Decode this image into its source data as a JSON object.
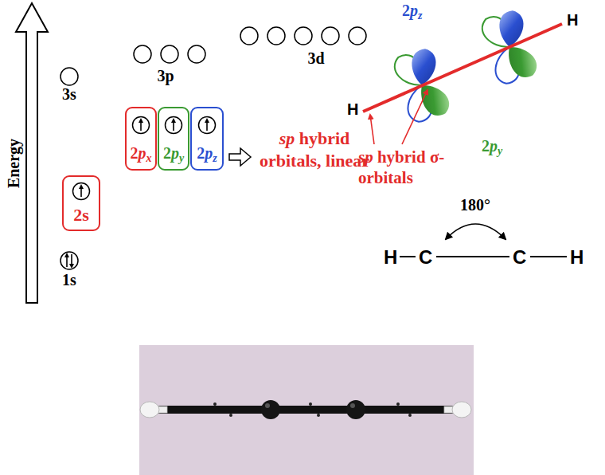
{
  "diagram": {
    "nodes": [
      {
        "text": [
          "2s"
        ]
      },
      {
        "text": [
          "2px"
        ]
      },
      {
        "text": [
          "2py"
        ]
      },
      {
        "text": [
          "2pz"
        ]
      }
    ],
    "labels": [
      "Energy",
      "3s",
      "1s",
      "3p",
      "3d",
      "sp hybrid orbitals, linear",
      "2pz",
      "H",
      "H",
      "sp hybrid σ-orbitals",
      "2py",
      "180°",
      "H",
      "C",
      "C",
      "H"
    ]
  }
}
